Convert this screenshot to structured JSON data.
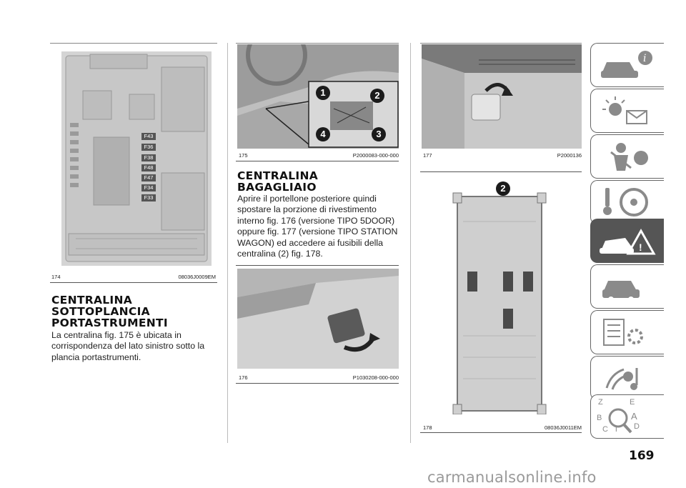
{
  "column1": {
    "figure": {
      "number": "174",
      "code": "08036J0009EM",
      "fuse_labels": [
        "F43",
        "F36",
        "F38",
        "F48",
        "F47",
        "F34",
        "F33"
      ]
    },
    "heading": [
      "CENTRALINA",
      "SOTTOPLANCIA",
      "PORTASTRUMENTI"
    ],
    "body": "La centralina fig. 175 è ubicata in corrispondenza del lato sinistro sotto la plancia portastrumenti."
  },
  "column2": {
    "figure_top": {
      "number": "175",
      "code": "P2000083-000-000",
      "callouts": [
        "1",
        "2",
        "4",
        "3"
      ]
    },
    "heading": [
      "CENTRALINA",
      "BAGAGLIAIO"
    ],
    "body": "Aprire il portellone posteriore quindi spostare la porzione di rivestimento interno fig. 176 (versione TIPO 5DOOR) oppure fig. 177 (versione TIPO STATION WAGON) ed accedere ai fusibili della centralina (2) fig. 178.",
    "figure_bottom": {
      "number": "176",
      "code": "P1030208-000-000"
    }
  },
  "column3": {
    "figure_top": {
      "number": "177",
      "code": "P2000136"
    },
    "figure_bottom": {
      "number": "178",
      "code": "08036J0011EM",
      "callout": "2"
    }
  },
  "sidebar": {
    "tabs": [
      {
        "icon": "car-info-icon"
      },
      {
        "icon": "warning-lights-icon"
      },
      {
        "icon": "safety-airbag-icon"
      },
      {
        "icon": "steering-wheel-key-icon"
      },
      {
        "icon": "car-emergency-icon"
      },
      {
        "icon": "car-maintenance-icon"
      },
      {
        "icon": "specs-gear-icon"
      },
      {
        "icon": "multimedia-icon"
      },
      {
        "icon": "index-icon"
      }
    ],
    "active_index": 4,
    "index_letters": [
      "Z",
      "E",
      "B",
      "A",
      "C",
      "T",
      "D"
    ],
    "colors": {
      "active": "#555555",
      "border": "#666666"
    }
  },
  "page_number": "169",
  "watermark": "carmanualsonline.info"
}
